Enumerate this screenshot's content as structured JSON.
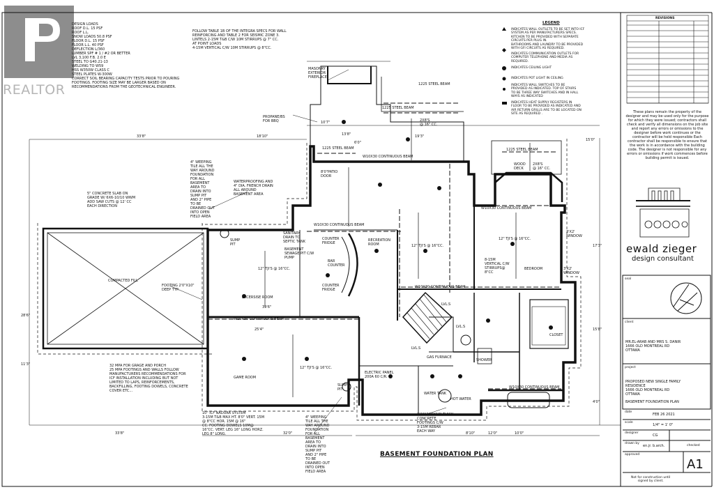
{
  "watermark": {
    "text": "REALTOR"
  },
  "notes_left": {
    "design_loads": "DESIGN LOADS\nROOF D.L. 15 PSF\nROOF L.L.\nSNOW LOADS 50.8 PSF\nFLOOR D.L. 15 PSF\nFLOOR L.L. 40 PSF\nDEFLECTION L/360\nLUMBER SPF # 1 / #2 OR BETTER\nLVL 3,100 F.B. 2.0 E\nSTEEL TO G40.21-13\nWELDING TO W59\nHSS W350W CLASS C\nSTEEL PLATES W-300W\nCORRECT SOIL BEARING CAPACITY TESTS PRIOR TO POURING\nFOOTINGS. FOOTING SIZE MAY BE LARGER BASED ON\nRECOMMENDATIONS FROM THE GEOTECHNICAL ENGINEER.",
    "integra": "FOLLOW TABLE 1B OF THE INTEGRA SPECS FOR WALL\nREINFORCING AND TABLE 2 FOR SEISMIC ZONE 3.\nLINTELS 2-15M T&B C/W 10M STIRRUPS @ 7\" CC.\nAT POINT LOADS\n4-15M VERTICAL C/W 10M STIRRUPS @ 8\"CC."
  },
  "legend": {
    "title": "LEGEND",
    "items": [
      "INDICATES WALL OUTLETS TO BE SET INTO ICF\nSYSTEM AS PER MANUFACTURERS SPECS.\nKITCHEN TO BE PROVIDED WITH SEPARATE\nCIRCUITS PER PLUG IN.\nBATHROOMS AND LAUNDRY TO BE PROVIDED\nWITH GFI CIRCUITS AS REQUIRED.",
      "INDICATES COMMUNICATION OUTLETS FOR\nCOMPUTER TELEPHONE AND MEDIA AS\nREQUIRED.",
      "INDICATES CEILING LIGHT",
      "INDICATES POT LIGHT IN CEILING",
      "INDICATES WALL SWITCHES TO BE\nPROVIDED AS INDICATED. TOP OF STAIRS\nTO BE THREE WAY SWITCHES AND IN HALL\nWAYS AS INDICATED",
      "INDICATES HEAT SUPPLY REGISTERS IN\nFLOOR TO BE PROVIDED AS INDICATED AND\nAIR RETURN GRILLS ARE TO BE LOCATED ON\nSITE AS REQUIRED ."
    ]
  },
  "notes_right": "These plans remain the property\nof the designer and may be used\nonly for the purpose for which\nthey were issued;\ncontractors shall check and verify\nall dimensions on the job site\nand report any errors or omissions\nto the designer before work\ncontinues or the contractor will be\nheld responsible\nEach contractor shall be responsible\nto ensure that the work is in\naccordance with the building code.\nThe designer is not responsible for\nany errors or omissions if work\ncommences before building permit\nis issued.",
  "designer": {
    "name": "ewald zieger",
    "subtitle": "design consultant"
  },
  "title_block": {
    "revisions_header": "REVISIONS",
    "seal_label": "seal",
    "client_label": "client",
    "client": "MR.EL-ARAB AND MRS S. DANIR\n1666 OLD MONTREAL RD\nOTTAWA",
    "project_label": "project",
    "project": "PROPOSED NEW SINGLE FAMILY\nRESIDENCE\n1666 OLD MONTREAL RD\nOTTAWA",
    "sheet_title": "BASEMENT FOUNDATION PLAN",
    "date_label": "date",
    "date": "FEB 26 2021",
    "scale_label": "scale",
    "scale": "1/4\" = 1' 0\"",
    "designer_label": "designer",
    "designer": "CG",
    "drawn_label": "drawn by",
    "drawn": "en.jr. b.arch.",
    "checked_label": "checked",
    "approved_label": "approved",
    "sheet_no": "A1",
    "footer": "Not for construction until\nsigned by client."
  },
  "plan_title": "BASEMENT FOUNDATION PLAN",
  "room_labels": [
    {
      "id": "compacted-fill",
      "text": "COMPACTED FILL"
    },
    {
      "id": "excercise-room",
      "text": "EXCERSISE ROOM"
    },
    {
      "id": "game-room",
      "text": "GAME ROOM"
    },
    {
      "id": "recreation-room",
      "text": "RECREATION\nROOM"
    },
    {
      "id": "bar-counter",
      "text": "BAR\nCOUNTER"
    },
    {
      "id": "bedroom",
      "text": "BEDROOM"
    },
    {
      "id": "closet",
      "text": "CLOSET"
    },
    {
      "id": "gas-furnace",
      "text": "GAS FURNACE"
    },
    {
      "id": "water-tank",
      "text": "WATER TANK"
    },
    {
      "id": "hot-water",
      "text": "HOT WATER"
    },
    {
      "id": "sump-pit-1",
      "text": "SUMP\nPIT"
    },
    {
      "id": "sump-pit-2",
      "text": "SUMP\nPIT"
    },
    {
      "id": "wood-deck",
      "text": "WOOD\nDECK"
    },
    {
      "id": "masonry-fireplace",
      "text": "MASONRY\nEXTERIOR\nFIREPLACE"
    },
    {
      "id": "propane",
      "text": "PROPANE/BS\nFOR BBQ"
    },
    {
      "id": "patio-door",
      "text": "8'0\"PATIO\nDOOR"
    },
    {
      "id": "basement-sewage",
      "text": "BASEMENT\nSEWAGE PIT C/W\nPUMP"
    },
    {
      "id": "sanitary",
      "text": "SANITARY\nDRAIN TO\nSEPTIC TANK"
    },
    {
      "id": "electric-panel",
      "text": "ELECTRIC PANEL\n200A 60 C/R."
    },
    {
      "id": "lvl-1",
      "text": "LVL.S"
    },
    {
      "id": "lvl-2",
      "text": "LVL.S"
    },
    {
      "id": "lvl-3",
      "text": "LVL.S"
    },
    {
      "id": "shower",
      "text": "SHOWER"
    },
    {
      "id": "window-1",
      "text": "3'X2'\nWINDOW"
    },
    {
      "id": "window-2",
      "text": "3'X2'\nWINDOW"
    },
    {
      "id": "counter-1",
      "text": "COUNTER\nFRIDGE"
    },
    {
      "id": "counter-2",
      "text": "COUNTER\nFRIDGE"
    }
  ],
  "beam_labels": [
    {
      "id": "b1",
      "text": "1225 STEEL BEAM"
    },
    {
      "id": "b2",
      "text": "1225 STEEL BEAM"
    },
    {
      "id": "b3",
      "text": "1225 STEEL BEAM"
    },
    {
      "id": "b4",
      "text": "1225 STEEL BEAM"
    },
    {
      "id": "b5",
      "text": "W10X30 CONTINUOUS BEAM"
    },
    {
      "id": "b6",
      "text": "W10X30 CONTINUOUS BEAM"
    },
    {
      "id": "b7",
      "text": "W10X30 CONTINUOUS BEAM"
    },
    {
      "id": "b8",
      "text": "W10X30 CONTINUOUS BEAM"
    },
    {
      "id": "b9",
      "text": "W10X30 CONTINUOUS BEAM"
    },
    {
      "id": "b10",
      "text": "W10X30 CONTINUOUS BEAM"
    }
  ],
  "joist_labels": [
    {
      "id": "j1",
      "text": "12\" TJI'S @ 16\"CC."
    },
    {
      "id": "j2",
      "text": "12\" TJI'S @ 16\"CC."
    },
    {
      "id": "j3",
      "text": "12\" TJI'S @ 16\"CC."
    },
    {
      "id": "j4",
      "text": "12\" TJI'S @ 16\"CC."
    },
    {
      "id": "j5",
      "text": "2X8'S\n@ 16\" CC."
    },
    {
      "id": "j6",
      "text": "2X8'S\n@ 16\" CC."
    }
  ],
  "annotations": {
    "weeping_top": "4\" WEEPING\nTILE ALL THE\nWAY AROUND\nFOUNDATION\nFOR ALL\nBASEMENT\nAREA TO\nDRAIN INTO\nSUMP PIT\nAND 2\" PIPE\nTO BE\nDRAINED OUT\nINTO OPEN\nFIELD AREA",
    "slab": "5\" CONCRETE SLAB ON\nGRADE W/ 6X6-10/10 WWM\nADD SAW CUTS @ 12' CC\nEACH DIRECTION",
    "waterproofing": "WATERPROOFING AND\n4\" DIA. FRENCH DRAIN\nALL AROUND\nBASEMENT AREA",
    "footing": "FOOTING 2'0\"X10\"\nDEEP TYP.",
    "mpa": "32 MPA FOR GRAGE AND PORCH\n25 MPA FOOTINGS AND WALLS FOLLOW\nMANUFACTURERS RECOMMENDATIONS FOR\nICF INSTALLATION INCLUDING BUT NOT\nLIMITED TO LAPS, REINFORCEMENTS,\nBACKFILLING, FOOTING DOWELS, CONCRETE\nCOVER ETC...",
    "icf": "10\" ICF NADURA SYSTEM\n3-15M T&B MAX HT. 8'0\" VERT. 15M\n@ 8\"CC HOR. 15M @ 16\"\nCC. FOOTING DOWELS 10M@\n16\"CC. VERT. LEG 16\" LONG HORZ.\nLEG 8\" LONG.",
    "weeping_bottom": "4\" WEEPING\nTILE ALL THE\nWAY AROUND\nFOUNDATION\nFOR ALL\nBASEMENT\nAREA TO\nDRAIN INTO\nSUMP PIT\nAND 2\" PIPE\nTO BE\nDRAINED OUT\nINTO OPEN\nFIELD AREA",
    "pad": "3'0\"X3'0\"X10\" THICK\nCONCRETE\nFOOTINGS C/W\n3-15M REBAR\nEACH WAY",
    "vertical": "8-15M\nVERTICAL C/W\nSTIRRUPS@\n8\"CC"
  },
  "dimensions": [
    "33'8\"",
    "18'10\"",
    "10'7\"",
    "19'3\"",
    "39'6\"",
    "33'8\"",
    "32'0\"",
    "25'4\"",
    "11'3\"",
    "28'6\"",
    "17'3\"",
    "15'8\"",
    "12'0\"",
    "10'0\"",
    "8'10\"",
    "6'0\"",
    "4'0\"",
    "15'0\"",
    "13'8\""
  ]
}
